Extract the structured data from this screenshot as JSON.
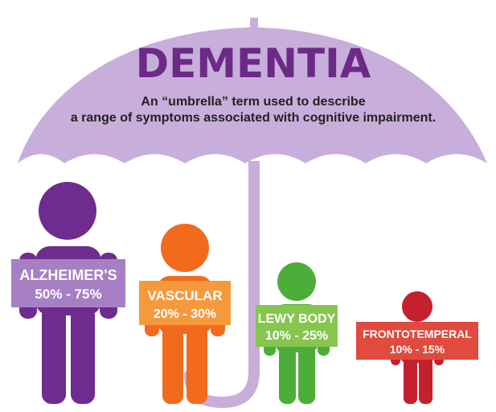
{
  "title": "DEMENTIA",
  "subtitle_line1": "An “umbrella” term used to describe",
  "subtitle_line2": "a range of symptoms associated with cognitive impairment.",
  "colors": {
    "umbrella": "#c8aedb",
    "title": "#6c2a86",
    "subtitle": "#222222",
    "alzheimers": "#6e2c8f",
    "alzheimers_sign": "#a77fc4",
    "vascular": "#f26b1d",
    "vascular_sign": "#f59a3c",
    "lewy": "#4cae38",
    "lewy_sign": "#86c64e",
    "fronto": "#c4202e",
    "fronto_sign": "#e04a3f"
  },
  "figures": [
    {
      "name": "ALZHEIMER'S",
      "range": "50% - 75%"
    },
    {
      "name": "VASCULAR",
      "range": "20% - 30%"
    },
    {
      "name": "LEWY BODY",
      "range": "10% - 25%"
    },
    {
      "name": "FRONTOTEMPERAL",
      "range": "10% - 15%"
    }
  ]
}
